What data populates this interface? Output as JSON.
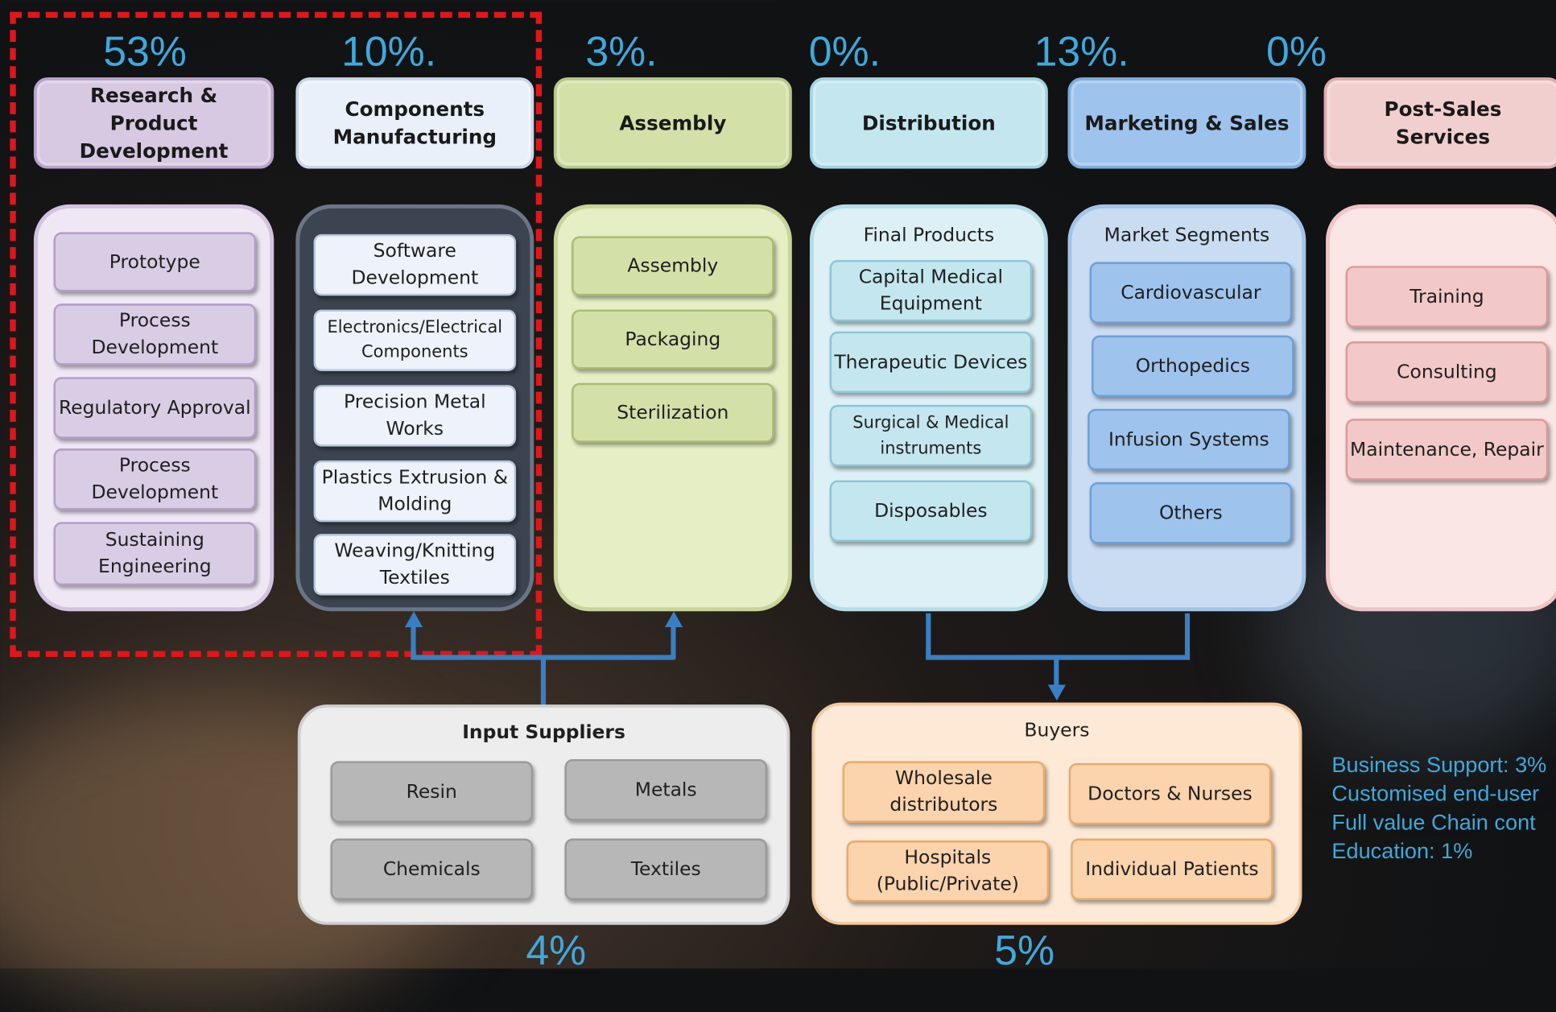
{
  "colors": {
    "accent_text": "#3fa9dc",
    "connector": "#3a7fc4",
    "highlight_border": "#e0161b"
  },
  "percentages": {
    "research": "53%",
    "components": "10%.",
    "assembly": "3%.",
    "distribution": "0%.",
    "marketing": "13%.",
    "post_sales": "0%",
    "input_suppliers": "4%",
    "buyers": "5%"
  },
  "columns": [
    {
      "header": "Research & Product Development",
      "items": [
        "Prototype",
        "Process Development",
        "Regulatory Approval",
        "Process Development",
        "Sustaining Engineering"
      ]
    },
    {
      "header": "Components Manufacturing",
      "items": [
        "Software Development",
        "Electronics/Electrical Components",
        "Precision Metal Works",
        "Plastics Extrusion & Molding",
        "Weaving/Knitting Textiles"
      ]
    },
    {
      "header": "Assembly",
      "items": [
        "Assembly",
        "Packaging",
        "Sterilization"
      ]
    },
    {
      "header": "Distribution",
      "subtitle": "Final Products",
      "items": [
        "Capital Medical Equipment",
        "Therapeutic Devices",
        "Surgical & Medical instruments",
        "Disposables"
      ]
    },
    {
      "header": "Marketing & Sales",
      "subtitle": "Market Segments",
      "items": [
        "Cardiovascular",
        "Orthopedics",
        "Infusion Systems",
        "Others"
      ]
    },
    {
      "header": "Post-Sales Services",
      "items": [
        "Training",
        "Consulting",
        "Maintenance, Repair"
      ]
    }
  ],
  "input_suppliers": {
    "title": "Input Suppliers",
    "items": [
      "Resin",
      "Metals",
      "Chemicals",
      "Textiles"
    ]
  },
  "buyers": {
    "title": "Buyers",
    "items": [
      "Wholesale distributors",
      "Doctors & Nurses",
      "Hospitals (Public/Private)",
      "Individual Patients"
    ]
  },
  "side_notes": [
    "Business Support: 3%",
    "Customised end-user",
    "Full value Chain cont",
    "Education: 1%"
  ]
}
